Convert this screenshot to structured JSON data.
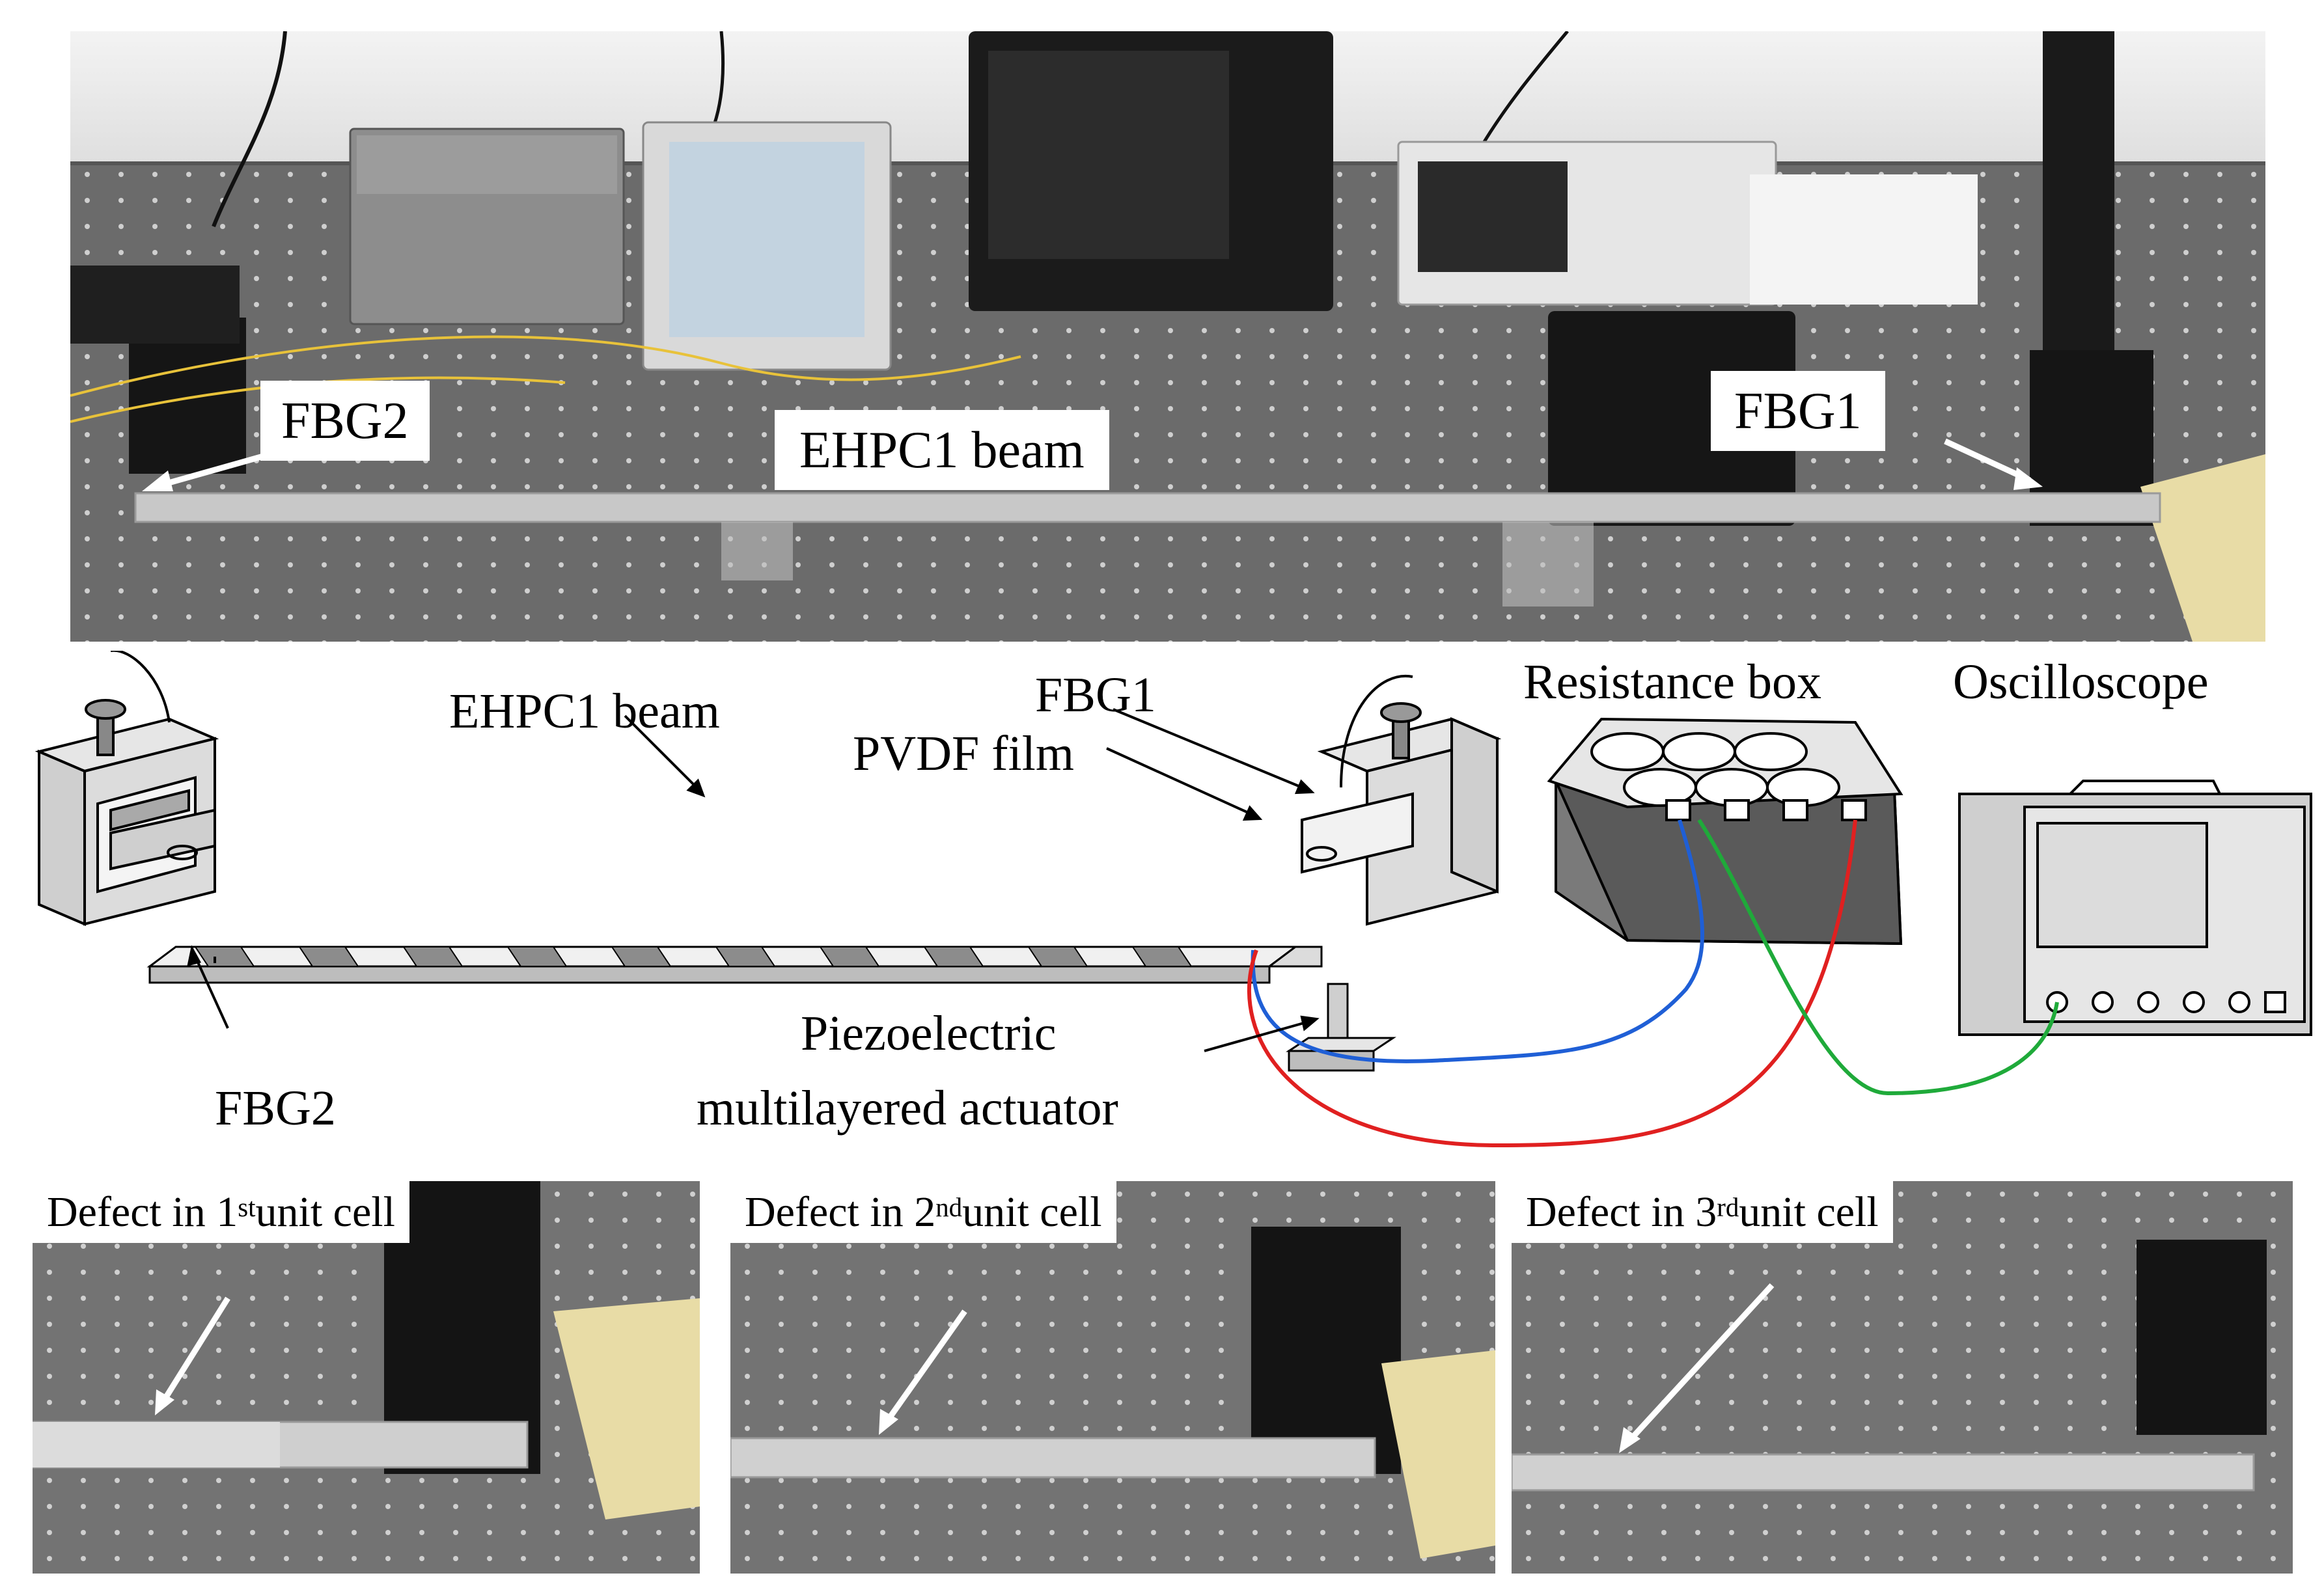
{
  "photo_top": {
    "labels": {
      "fbg2": "FBG2",
      "beam": "EHPC1 beam",
      "fbg1": "FBG1"
    }
  },
  "diagram": {
    "labels": {
      "resistance_box": "Resistance box",
      "oscilloscope": "Oscilloscope",
      "beam": "EHPC1 beam",
      "fbg1": "FBG1",
      "pvdf": "PVDF film",
      "piezo_line1": "Piezoelectric",
      "piezo_line2": "multilayered actuator",
      "fbg2": "FBG2"
    },
    "colors": {
      "wire_blue": "#1f5fd6",
      "wire_red": "#e02020",
      "wire_green": "#1faa3a"
    }
  },
  "defect_photos": [
    {
      "prefix": "Defect in 1",
      "sup": "st",
      "suffix": " unit cell"
    },
    {
      "prefix": "Defect in 2",
      "sup": "nd",
      "suffix": "unit cell"
    },
    {
      "prefix": "Defect in 3",
      "sup": "rd",
      "suffix": "unit cell"
    }
  ]
}
